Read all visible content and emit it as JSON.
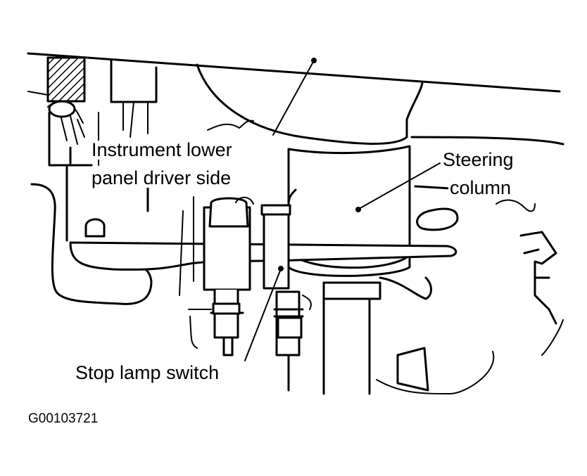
{
  "labels": {
    "instrument_panel_line1": "Instrument lower",
    "instrument_panel_line2": "panel driver side",
    "steering_column_line1": "Steering",
    "steering_column_line2": "column",
    "stop_lamp_switch": "Stop lamp switch"
  },
  "figure_code": "G00103721"
}
